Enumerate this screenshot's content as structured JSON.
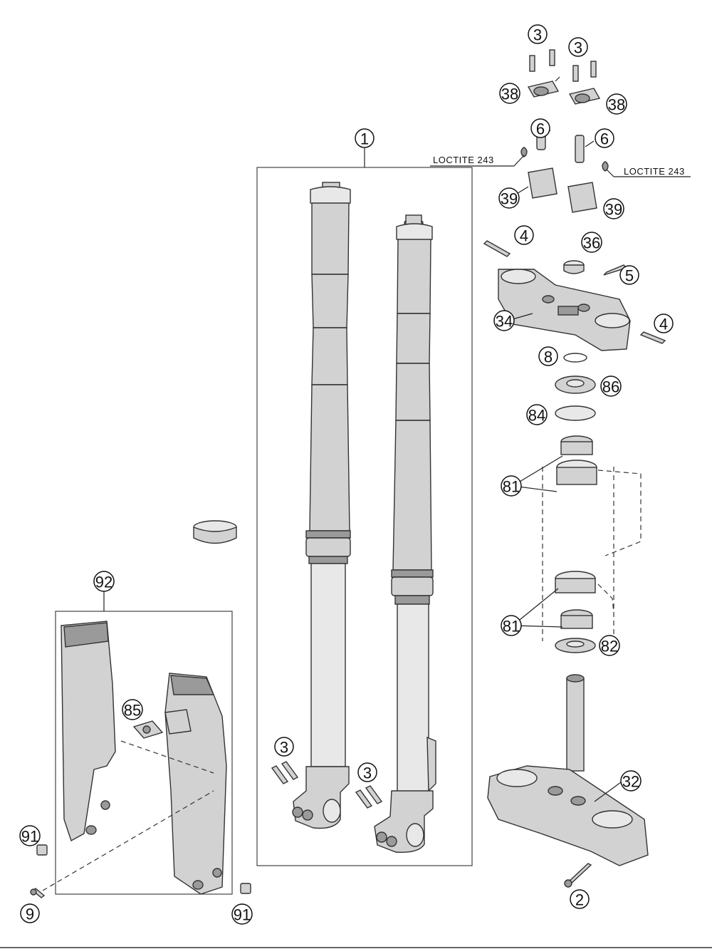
{
  "callouts": {
    "c1": "1",
    "c2": "2",
    "c3a": "3",
    "c3b": "3",
    "c3c": "3",
    "c3d": "3",
    "c4a": "4",
    "c4b": "4",
    "c5": "5",
    "c6a": "6",
    "c6b": "6",
    "c8": "8",
    "c9": "9",
    "c32": "32",
    "c34": "34",
    "c36": "36",
    "c38a": "38",
    "c38b": "38",
    "c39a": "39",
    "c39b": "39",
    "c81a": "81",
    "c81b": "81",
    "c82": "82",
    "c84": "84",
    "c85": "85",
    "c86": "86",
    "c91a": "91",
    "c91b": "91",
    "c92": "92"
  },
  "loctite": {
    "left": "LOCTITE 243",
    "right": "LOCTITE 243"
  }
}
